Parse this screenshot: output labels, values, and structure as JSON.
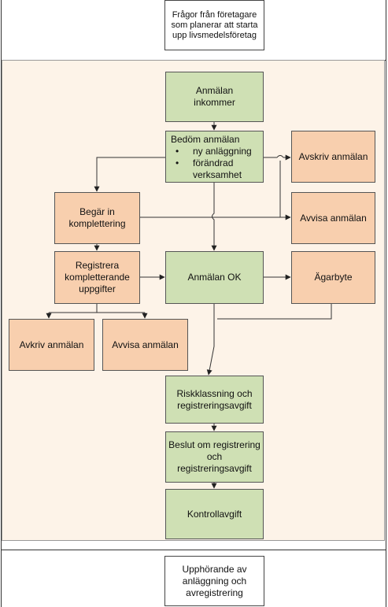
{
  "top_note": {
    "lines": [
      "Frågor från företagare",
      "som planerar att starta",
      "upp livsmedelsföretag"
    ]
  },
  "bottom_note": {
    "lines": [
      "Upphörande av",
      "anläggning och",
      "avregistrering"
    ]
  },
  "nodes": {
    "anmalan_inkommer": {
      "lines": [
        "Anmälan",
        "inkommer"
      ]
    },
    "bedom": {
      "title": "Bedöm anmälan",
      "bullets": [
        "ny anläggning",
        "förändrad verksamhet"
      ]
    },
    "avskriv1": {
      "lines": [
        "Avskriv anmälan"
      ]
    },
    "begar": {
      "lines": [
        "Begär in",
        "komplettering"
      ]
    },
    "avvisa1": {
      "lines": [
        "Avvisa anmälan"
      ]
    },
    "registrera": {
      "lines": [
        "Registrera",
        "kompletterande",
        "uppgifter"
      ]
    },
    "anmalan_ok": {
      "lines": [
        "Anmälan OK"
      ]
    },
    "agarbyte": {
      "lines": [
        "Ägarbyte"
      ]
    },
    "avkriv2": {
      "lines": [
        "Avkriv anmälan"
      ]
    },
    "avvisa2": {
      "lines": [
        "Avvisa anmälan"
      ]
    },
    "riskklassning": {
      "lines": [
        "Riskklassning och",
        "registreringsavgift"
      ]
    },
    "beslut": {
      "lines": [
        "Beslut om registrering",
        "och",
        "registreringsavgift"
      ]
    },
    "kontrollavgift": {
      "lines": [
        "Kontrollavgift"
      ]
    }
  },
  "colors": {
    "green": "#cfe0b4",
    "orange": "#f8cfae",
    "panel": "#fdf3e8",
    "line": "#333333"
  }
}
